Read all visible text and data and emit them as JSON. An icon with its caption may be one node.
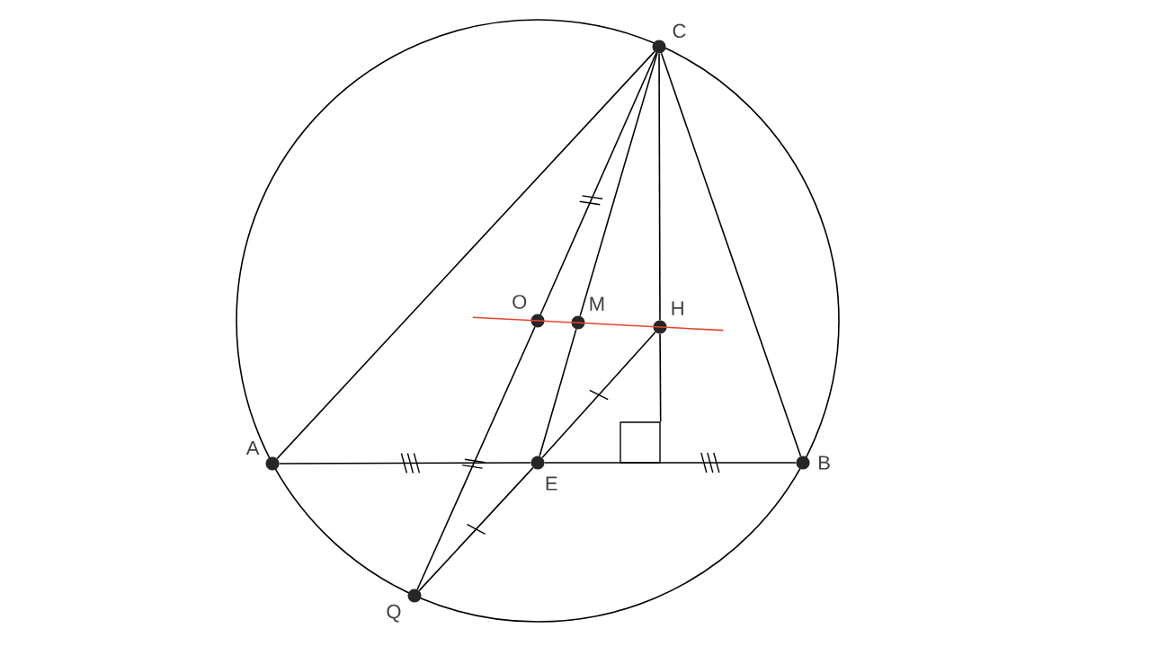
{
  "diagram": {
    "nodes": [
      {
        "text": [
          "C"
        ]
      },
      {
        "text": [
          "A"
        ]
      },
      {
        "text": [
          "B"
        ]
      },
      {
        "text": [
          "O"
        ]
      },
      {
        "text": [
          "M"
        ]
      },
      {
        "text": [
          "H"
        ]
      },
      {
        "text": [
          "E"
        ]
      },
      {
        "text": [
          "Q"
        ]
      },
      {
        "text": [],
        "shape": "box"
      }
    ],
    "edges": [
      {
        "from": 1,
        "to": 0,
        "arrow": "none"
      },
      {
        "from": 0,
        "to": 2,
        "arrow": "none"
      },
      {
        "from": 1,
        "to": 6,
        "arrow": "none"
      },
      {
        "from": 6,
        "to": 2,
        "arrow": "none"
      },
      {
        "from": 0,
        "to": 3,
        "arrow": "none"
      },
      {
        "from": 3,
        "to": 7,
        "arrow": "none"
      },
      {
        "from": 0,
        "to": 4,
        "arrow": "none"
      },
      {
        "from": 4,
        "to": 6,
        "arrow": "none"
      },
      {
        "from": 0,
        "to": 5,
        "arrow": "none"
      },
      {
        "from": 5,
        "to": 6,
        "arrow": "none"
      },
      {
        "from": 6,
        "to": 7,
        "arrow": "none"
      },
      {
        "from": 3,
        "to": 5,
        "arrow": "none",
        "color": "#e8432c"
      },
      {
        "from": 5,
        "to": 8,
        "arrow": "none"
      }
    ]
  }
}
